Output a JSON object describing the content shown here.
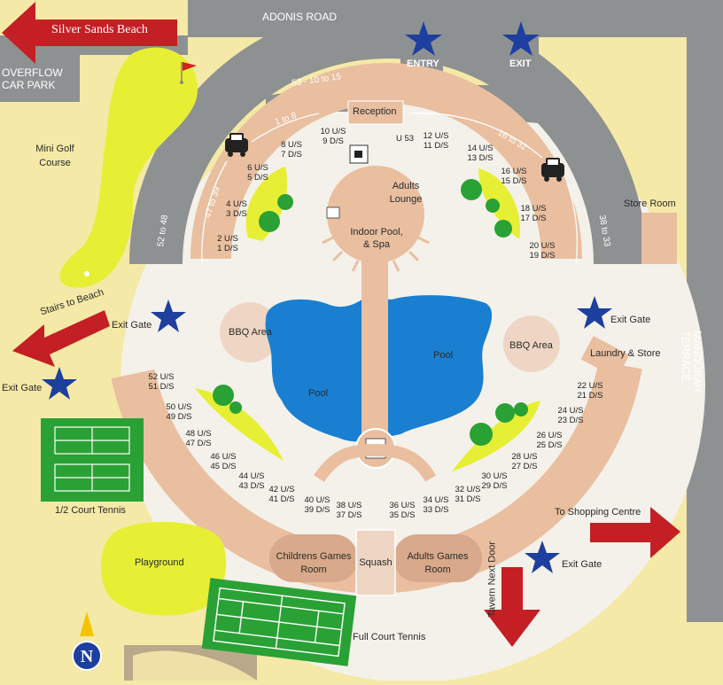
{
  "title_banner": "Silver Sands Beach",
  "roads": {
    "adonis": "ADONIS ROAD",
    "mandurah": "MANDURAH TERRACE",
    "overflow_line1": "OVERFLOW",
    "overflow_line2": "CAR PARK"
  },
  "labels": {
    "entry": "ENTRY",
    "exit": "EXIT",
    "reception": "Reception",
    "mini_golf_1": "Mini Golf",
    "mini_golf_2": "Course",
    "stairs_to_beach": "Stairs to Beach",
    "exit_gate": "Exit Gate",
    "bbq_area": "BBQ Area",
    "pool": "Pool",
    "indoor_pool_1": "Indoor Pool,",
    "indoor_pool_2": "& Spa",
    "adults_lounge_1": "Adults",
    "adults_lounge_2": "Lounge",
    "store_room": "Store Room",
    "laundry_store": "Laundry & Store",
    "half_court_tennis": "1/2 Court Tennis",
    "playground": "Playground",
    "full_court_tennis": "Full Court Tennis",
    "childrens_games_1": "Childrens Games",
    "childrens_games_2": "Room",
    "squash": "Squash",
    "adults_games_1": "Adults Games",
    "adults_games_2": "Room",
    "to_shopping_centre": "To Shopping Centre",
    "tavern_next_door": "Tavern Next Door",
    "north": "N"
  },
  "parking": {
    "p_53_10_15": "53 - 10 to 15",
    "p_1_8": "1 to 8",
    "p_47_39": "47 to 39",
    "p_52_48": "52 to 48",
    "p_16_32": "16 to 32",
    "p_38_33": "38 to 33"
  },
  "units_top": [
    {
      "a": "2 U/S",
      "b": "1 D/S"
    },
    {
      "a": "4 U/S",
      "b": "3 D/S"
    },
    {
      "a": "6 U/S",
      "b": "5 D/S"
    },
    {
      "a": "8 U/S",
      "b": "7 D/S"
    },
    {
      "a": "10 U/S",
      "b": "9 D/S"
    },
    {
      "a": "U 53",
      "b": ""
    },
    {
      "a": "12 U/S",
      "b": "11 D/S"
    },
    {
      "a": "14 U/S",
      "b": "13 D/S"
    },
    {
      "a": "16 U/S",
      "b": "15 D/S"
    },
    {
      "a": "18 U/S",
      "b": "17 D/S"
    },
    {
      "a": "20 U/S",
      "b": "19 D/S"
    }
  ],
  "units_bottom": [
    {
      "a": "52 U/S",
      "b": "51 D/S"
    },
    {
      "a": "50 U/S",
      "b": "49 D/S"
    },
    {
      "a": "48 U/S",
      "b": "47 D/S"
    },
    {
      "a": "46 U/S",
      "b": "45 D/S"
    },
    {
      "a": "44 U/S",
      "b": "43 D/S"
    },
    {
      "a": "42 U/S",
      "b": "41 D/S"
    },
    {
      "a": "40 U/S",
      "b": "39 D/S"
    },
    {
      "a": "38 U/S",
      "b": "37 D/S"
    },
    {
      "a": "36 U/S",
      "b": "35 D/S"
    },
    {
      "a": "34 U/S",
      "b": "33 D/S"
    },
    {
      "a": "32 U/S",
      "b": "31 D/S"
    },
    {
      "a": "30 U/S",
      "b": "29 D/S"
    },
    {
      "a": "28 U/S",
      "b": "27 D/S"
    },
    {
      "a": "26 U/S",
      "b": "25 D/S"
    },
    {
      "a": "24 U/S",
      "b": "23 D/S"
    },
    {
      "a": "22 U/S",
      "b": "21 D/S"
    }
  ],
  "colors": {
    "background": "#f4e9a6",
    "road": "#8e9192",
    "ground": "#f2efe8",
    "building": "#e9bfa0",
    "pool": "#1a7fd0",
    "grass": "#e6ef34",
    "court": "#2aa135",
    "arrow": "#c31f24",
    "star": "#1d3f9e"
  }
}
